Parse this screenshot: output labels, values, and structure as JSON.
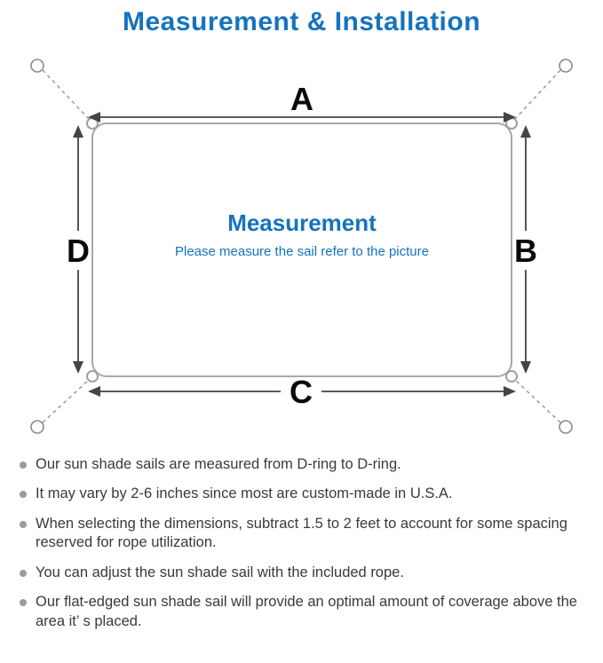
{
  "page": {
    "title": "Measurement & Installation"
  },
  "diagram": {
    "labels": {
      "top": "A",
      "right": "B",
      "bottom": "C",
      "left": "D"
    },
    "center_title": "Measurement",
    "center_subtitle": "Please measure the sail refer to the picture"
  },
  "notes": {
    "items": [
      "Our sun shade sails are measured from D-ring to D-ring.",
      "It may vary by 2-6 inches since most are custom-made in U.S.A.",
      "When selecting the dimensions, subtract 1.5 to 2 feet to account for some spacing reserved for rope utilization.",
      "You can adjust the sun shade sail with the included rope.",
      "Our flat-edged sun shade sail will provide an optimal amount of coverage above the area it’ s placed."
    ]
  },
  "colors": {
    "accent_blue": "#1573bd",
    "body_text": "#3a3a3a",
    "line_gray": "#a8a8a8",
    "arrow_dark": "#444444"
  }
}
